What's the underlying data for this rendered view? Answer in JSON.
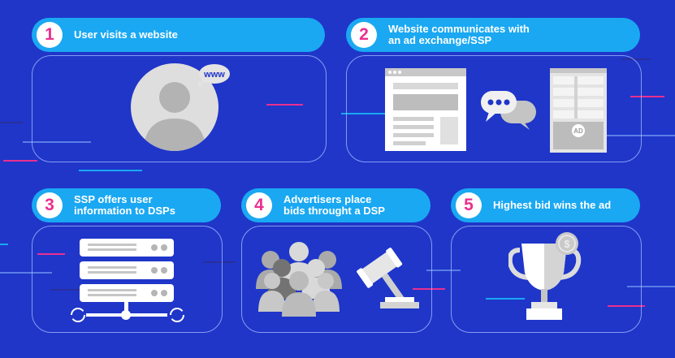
{
  "steps": [
    {
      "number": "1",
      "label": "User visits a website"
    },
    {
      "number": "2",
      "label": "Website communicates with\nan ad exchange/SSP"
    },
    {
      "number": "3",
      "label": "SSP offers user\ninformation to DSPs"
    },
    {
      "number": "4",
      "label": "Advertisers place\nbids throught a DSP"
    },
    {
      "number": "5",
      "label": "Highest bid wins the ad"
    }
  ],
  "icons": {
    "step1": "user-avatar-icon",
    "step2_left": "website-page-icon",
    "step2_middle": "chat-bubbles-icon",
    "step2_right": "ad-server-icon",
    "step3": "server-stack-icon",
    "step4_left": "crowd-of-people-icon",
    "step4_right": "auction-gavel-icon",
    "step5": "trophy-icon"
  },
  "bubble_text": "www",
  "ad_text": "AD",
  "coin_text": "$",
  "colors": {
    "background": "#1f36c9",
    "pill": "#1aa8f2",
    "badge_number": "#ea2f8f",
    "accent_pink": "#ea2f8f",
    "accent_cyan": "#1aa8f2"
  }
}
